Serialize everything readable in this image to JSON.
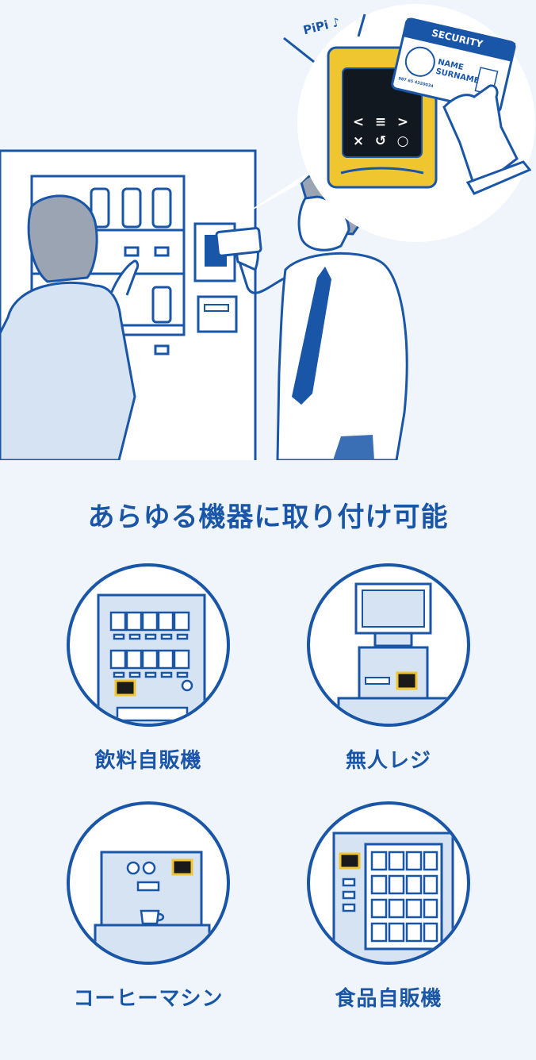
{
  "hero": {
    "sound_text": "PiPi ♪",
    "card": {
      "header": "SECURITY",
      "name_line1": "NAME",
      "name_line2": "SURNAME",
      "id_number": "987 65 4320034"
    },
    "reader_keys": [
      "<",
      "≡",
      ">",
      "×",
      "↺",
      "○"
    ]
  },
  "headline": "あらゆる機器に取り付け可能",
  "devices": [
    {
      "label": "飲料自販機",
      "icon": "drink-vending-machine-icon"
    },
    {
      "label": "無人レジ",
      "icon": "self-checkout-icon"
    },
    {
      "label": "コーヒーマシン",
      "icon": "coffee-machine-icon"
    },
    {
      "label": "食品自販機",
      "icon": "food-vending-machine-icon"
    }
  ],
  "colors": {
    "primary": "#1a56a8",
    "accent_yellow": "#f0c630",
    "light_blue": "#d6e3f2",
    "background": "#f0f5fb"
  }
}
